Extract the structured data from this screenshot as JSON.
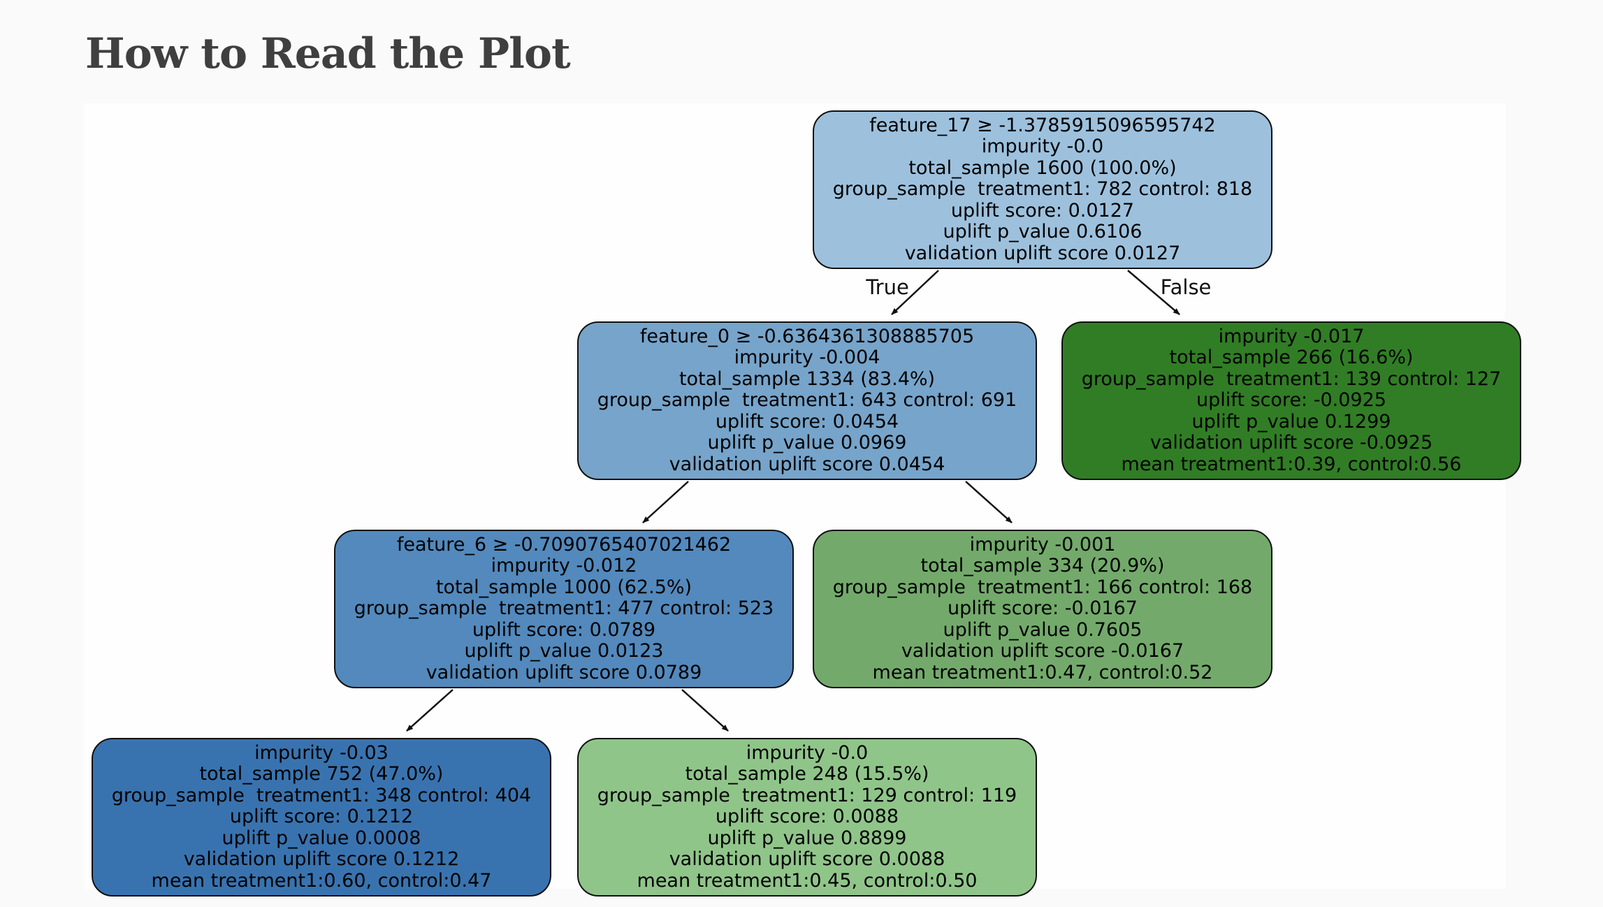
{
  "page": {
    "title": "How to Read the Plot",
    "background": "#fafafa",
    "canvas_background": "#fefefe"
  },
  "edge_labels": {
    "true_label": "True",
    "false_label": "False"
  },
  "tree": {
    "nodes": [
      {
        "id": "root",
        "depth": 0,
        "fill": "#9dc1dd",
        "lines": [
          "feature_17 ≥ -1.3785915096595742",
          "impurity -0.0",
          "total_sample 1600 (100.0%)",
          "group_sample  treatment1: 782 control: 818",
          "uplift score: 0.0127",
          "uplift p_value 0.6106",
          "validation uplift score 0.0127"
        ]
      },
      {
        "id": "l1-true",
        "depth": 1,
        "fill": "#77a4ca",
        "lines": [
          "feature_0 ≥ -0.6364361308885705",
          "impurity -0.004",
          "total_sample 1334 (83.4%)",
          "group_sample  treatment1: 643 control: 691",
          "uplift score: 0.0454",
          "uplift p_value 0.0969",
          "validation uplift score 0.0454"
        ]
      },
      {
        "id": "l1-false",
        "depth": 1,
        "fill": "#317d25",
        "lines": [
          "impurity -0.017",
          "total_sample 266 (16.6%)",
          "group_sample  treatment1: 139 control: 127",
          "uplift score: -0.0925",
          "uplift p_value 0.1299",
          "validation uplift score -0.0925",
          "mean treatment1:0.39, control:0.56"
        ]
      },
      {
        "id": "l2-true",
        "depth": 2,
        "fill": "#5389bc",
        "lines": [
          "feature_6 ≥ -0.7090765407021462",
          "impurity -0.012",
          "total_sample 1000 (62.5%)",
          "group_sample  treatment1: 477 control: 523",
          "uplift score: 0.0789",
          "uplift p_value 0.0123",
          "validation uplift score 0.0789"
        ]
      },
      {
        "id": "l2-false",
        "depth": 2,
        "fill": "#73aa6b",
        "lines": [
          "impurity -0.001",
          "total_sample 334 (20.9%)",
          "group_sample  treatment1: 166 control: 168",
          "uplift score: -0.0167",
          "uplift p_value 0.7605",
          "validation uplift score -0.0167",
          "mean treatment1:0.47, control:0.52"
        ]
      },
      {
        "id": "l3-true",
        "depth": 3,
        "fill": "#3973af",
        "lines": [
          "impurity -0.03",
          "total_sample 752 (47.0%)",
          "group_sample  treatment1: 348 control: 404",
          "uplift score: 0.1212",
          "uplift p_value 0.0008",
          "validation uplift score 0.1212",
          "mean treatment1:0.60, control:0.47"
        ]
      },
      {
        "id": "l3-false",
        "depth": 3,
        "fill": "#90c58a",
        "lines": [
          "impurity -0.0",
          "total_sample 248 (15.5%)",
          "group_sample  treatment1: 129 control: 119",
          "uplift score: 0.0088",
          "uplift p_value 0.8899",
          "validation uplift score 0.0088",
          "mean treatment1:0.45, control:0.50"
        ]
      }
    ],
    "edges": [
      {
        "from": "root",
        "to": "l1-true",
        "label": "True"
      },
      {
        "from": "root",
        "to": "l1-false",
        "label": "False"
      },
      {
        "from": "l1-true",
        "to": "l2-true",
        "label": ""
      },
      {
        "from": "l1-true",
        "to": "l2-false",
        "label": ""
      },
      {
        "from": "l2-true",
        "to": "l3-true",
        "label": ""
      },
      {
        "from": "l2-true",
        "to": "l3-false",
        "label": ""
      }
    ]
  }
}
